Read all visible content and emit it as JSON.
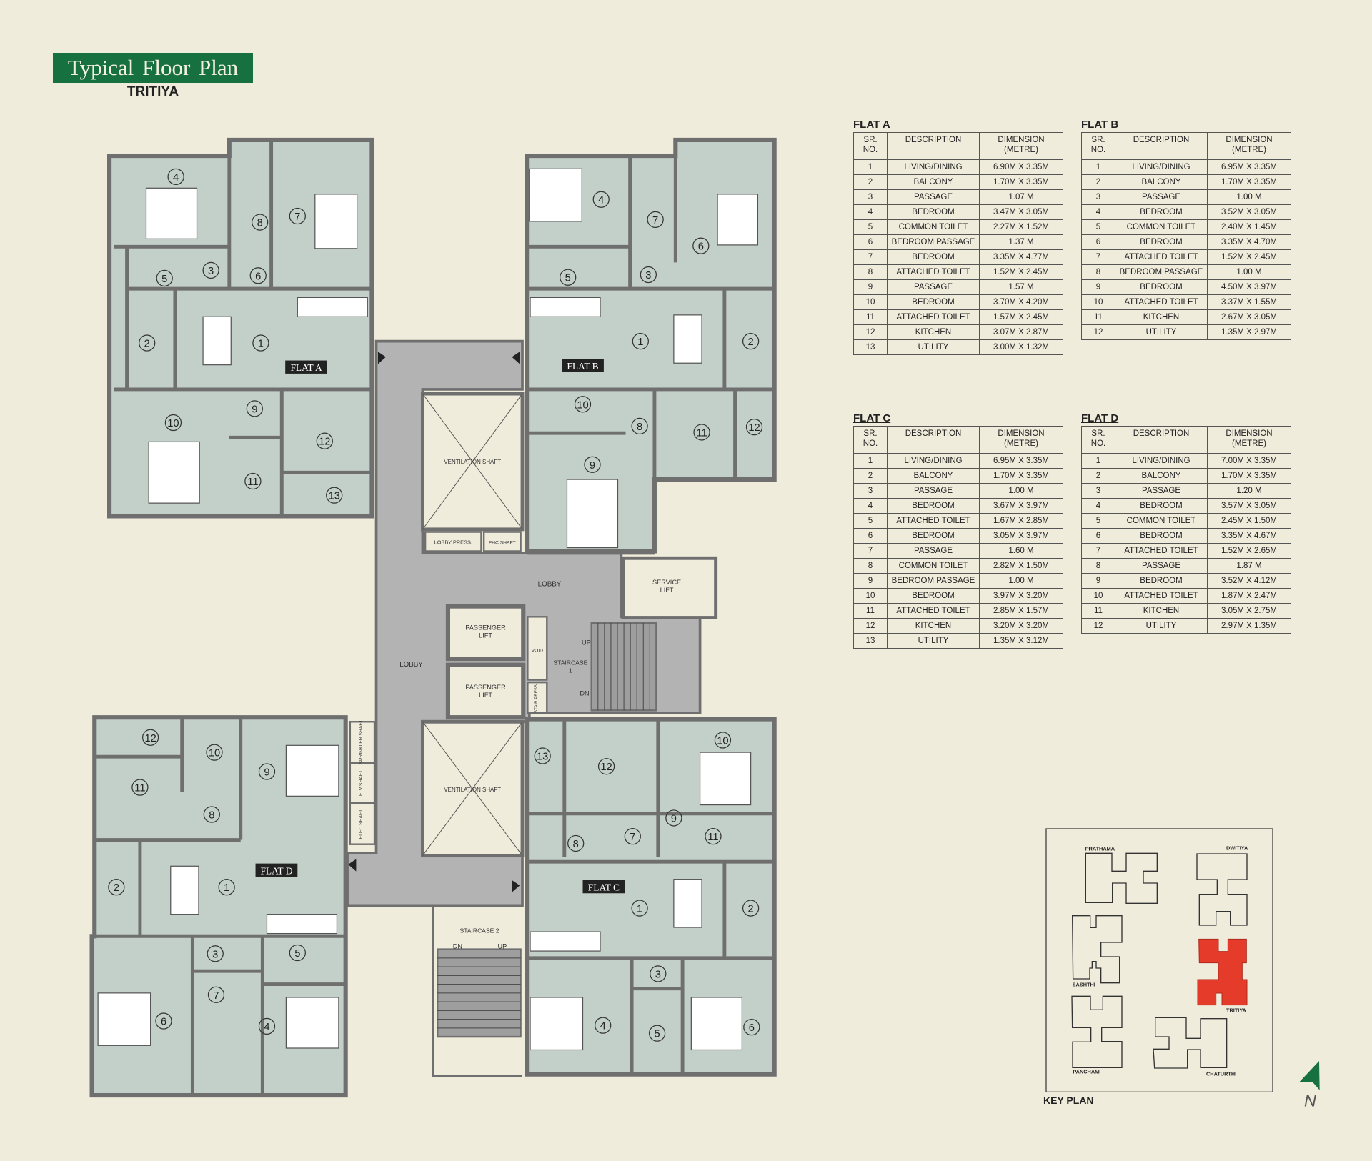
{
  "header": {
    "title": "Typical  Floor Plan",
    "subtitle": "TRITIYA"
  },
  "colors": {
    "brand_green": "#17703f",
    "flat_fill": "#c3cfc9",
    "lobby": "#b3b3b3",
    "wall": "#6f6f6f",
    "highlight": "#e43b2b",
    "background": "#f0ecdc"
  },
  "table_headers": {
    "sr": "SR. NO.",
    "description": "DESCRIPTION",
    "dimension": "DIMENSION (METRE)"
  },
  "tables": {
    "flat_a": {
      "title": "FLAT A",
      "rows": [
        [
          "1",
          "LIVING/DINING",
          "6.90M X 3.35M"
        ],
        [
          "2",
          "BALCONY",
          "1.70M X 3.35M"
        ],
        [
          "3",
          "PASSAGE",
          "1.07 M"
        ],
        [
          "4",
          "BEDROOM",
          "3.47M X 3.05M"
        ],
        [
          "5",
          "COMMON TOILET",
          "2.27M X 1.52M"
        ],
        [
          "6",
          "BEDROOM PASSAGE",
          "1.37 M"
        ],
        [
          "7",
          "BEDROOM",
          "3.35M X 4.77M"
        ],
        [
          "8",
          "ATTACHED TOILET",
          "1.52M X 2.45M"
        ],
        [
          "9",
          "PASSAGE",
          "1.57 M"
        ],
        [
          "10",
          "BEDROOM",
          "3.70M X 4.20M"
        ],
        [
          "11",
          "ATTACHED TOILET",
          "1.57M X 2.45M"
        ],
        [
          "12",
          "KITCHEN",
          "3.07M X 2.87M"
        ],
        [
          "13",
          "UTILITY",
          "3.00M X 1.32M"
        ]
      ]
    },
    "flat_b": {
      "title": "FLAT B",
      "rows": [
        [
          "1",
          "LIVING/DINING",
          "6.95M X 3.35M"
        ],
        [
          "2",
          "BALCONY",
          "1.70M X 3.35M"
        ],
        [
          "3",
          "PASSAGE",
          "1.00 M"
        ],
        [
          "4",
          "BEDROOM",
          "3.52M X 3.05M"
        ],
        [
          "5",
          "COMMON TOILET",
          "2.40M X 1.45M"
        ],
        [
          "6",
          "BEDROOM",
          "3.35M X 4.70M"
        ],
        [
          "7",
          "ATTACHED TOILET",
          "1.52M X 2.45M"
        ],
        [
          "8",
          "BEDROOM PASSAGE",
          "1.00 M"
        ],
        [
          "9",
          "BEDROOM",
          "4.50M X 3.97M"
        ],
        [
          "10",
          "ATTACHED TOILET",
          "3.37M X 1.55M"
        ],
        [
          "11",
          "KITCHEN",
          "2.67M X 3.05M"
        ],
        [
          "12",
          "UTILITY",
          "1.35M X 2.97M"
        ]
      ]
    },
    "flat_c": {
      "title": "FLAT C",
      "rows": [
        [
          "1",
          "LIVING/DINING",
          "6.95M X 3.35M"
        ],
        [
          "2",
          "BALCONY",
          "1.70M X 3.35M"
        ],
        [
          "3",
          "PASSAGE",
          "1.00 M"
        ],
        [
          "4",
          "BEDROOM",
          "3.67M X 3.97M"
        ],
        [
          "5",
          "ATTACHED TOILET",
          "1.67M X 2.85M"
        ],
        [
          "6",
          "BEDROOM",
          "3.05M X 3.97M"
        ],
        [
          "7",
          "PASSAGE",
          "1.60 M"
        ],
        [
          "8",
          "COMMON TOILET",
          "2.82M X 1.50M"
        ],
        [
          "9",
          "BEDROOM PASSAGE",
          "1.00 M"
        ],
        [
          "10",
          "BEDROOM",
          "3.97M X 3.20M"
        ],
        [
          "11",
          "ATTACHED TOILET",
          "2.85M X 1.57M"
        ],
        [
          "12",
          "KITCHEN",
          "3.20M X 3.20M"
        ],
        [
          "13",
          "UTILITY",
          "1.35M X 3.12M"
        ]
      ]
    },
    "flat_d": {
      "title": "FLAT D",
      "rows": [
        [
          "1",
          "LIVING/DINING",
          "7.00M X 3.35M"
        ],
        [
          "2",
          "BALCONY",
          "1.70M X 3.35M"
        ],
        [
          "3",
          "PASSAGE",
          "1.20 M"
        ],
        [
          "4",
          "BEDROOM",
          "3.57M X 3.05M"
        ],
        [
          "5",
          "COMMON TOILET",
          "2.45M X 1.50M"
        ],
        [
          "6",
          "BEDROOM",
          "3.35M X 4.67M"
        ],
        [
          "7",
          "ATTACHED TOILET",
          "1.52M X 2.65M"
        ],
        [
          "8",
          "PASSAGE",
          "1.87 M"
        ],
        [
          "9",
          "BEDROOM",
          "3.52M X 4.12M"
        ],
        [
          "10",
          "ATTACHED TOILET",
          "1.87M X 2.47M"
        ],
        [
          "11",
          "KITCHEN",
          "3.05M X 2.75M"
        ],
        [
          "12",
          "UTILITY",
          "2.97M X 1.35M"
        ]
      ]
    }
  },
  "plan": {
    "flat_labels": {
      "a": "FLAT A",
      "b": "FLAT B",
      "c": "FLAT C",
      "d": "FLAT D"
    },
    "markers": {
      "a": [
        "4",
        "7",
        "8",
        "3",
        "6",
        "5",
        "2",
        "1",
        "9",
        "10",
        "12",
        "11",
        "13"
      ],
      "b": [
        "4",
        "7",
        "6",
        "3",
        "5",
        "1",
        "2",
        "10",
        "8",
        "11",
        "12",
        "9"
      ],
      "c": [
        "13",
        "12",
        "10",
        "9",
        "8",
        "7",
        "11",
        "1",
        "2",
        "3",
        "4",
        "5",
        "6"
      ],
      "d": [
        "12",
        "10",
        "9",
        "11",
        "8",
        "2",
        "1",
        "3",
        "5",
        "7",
        "6",
        "4"
      ]
    },
    "core": {
      "lobby_main": "LOBBY",
      "lobby_upper": "LOBBY",
      "vent_shaft_1": "VENTILATION SHAFT",
      "vent_shaft_2": "VENTILATION SHAFT",
      "lobby_press": "LOBBY PRESS.",
      "fhc_shaft": "FHC SHAFT",
      "service_lift": [
        "SERVICE",
        "LIFT"
      ],
      "passenger_lift_1": [
        "PASSENGER",
        "LIFT"
      ],
      "passenger_lift_2": [
        "PASSENGER",
        "LIFT"
      ],
      "void": "VOID",
      "stair_press": "STAIR PRESS.",
      "staircase_1": [
        "STAIRCASE",
        "1"
      ],
      "staircase_2": "STAIRCASE 2",
      "up": "UP",
      "dn": "DN",
      "sprinkler_shaft": "SPRINKLER SHAFT",
      "elv_shaft": "ELV SHAFT",
      "elec_shaft": "ELEC SHAFT"
    }
  },
  "key_plan": {
    "label": "KEY PLAN",
    "buildings": [
      "PRATHAMA",
      "DWITIYA",
      "SASHTHI",
      "TRITIYA",
      "PANCHAMI",
      "CHATURTHI"
    ],
    "current": "TRITIYA",
    "north": "N"
  }
}
